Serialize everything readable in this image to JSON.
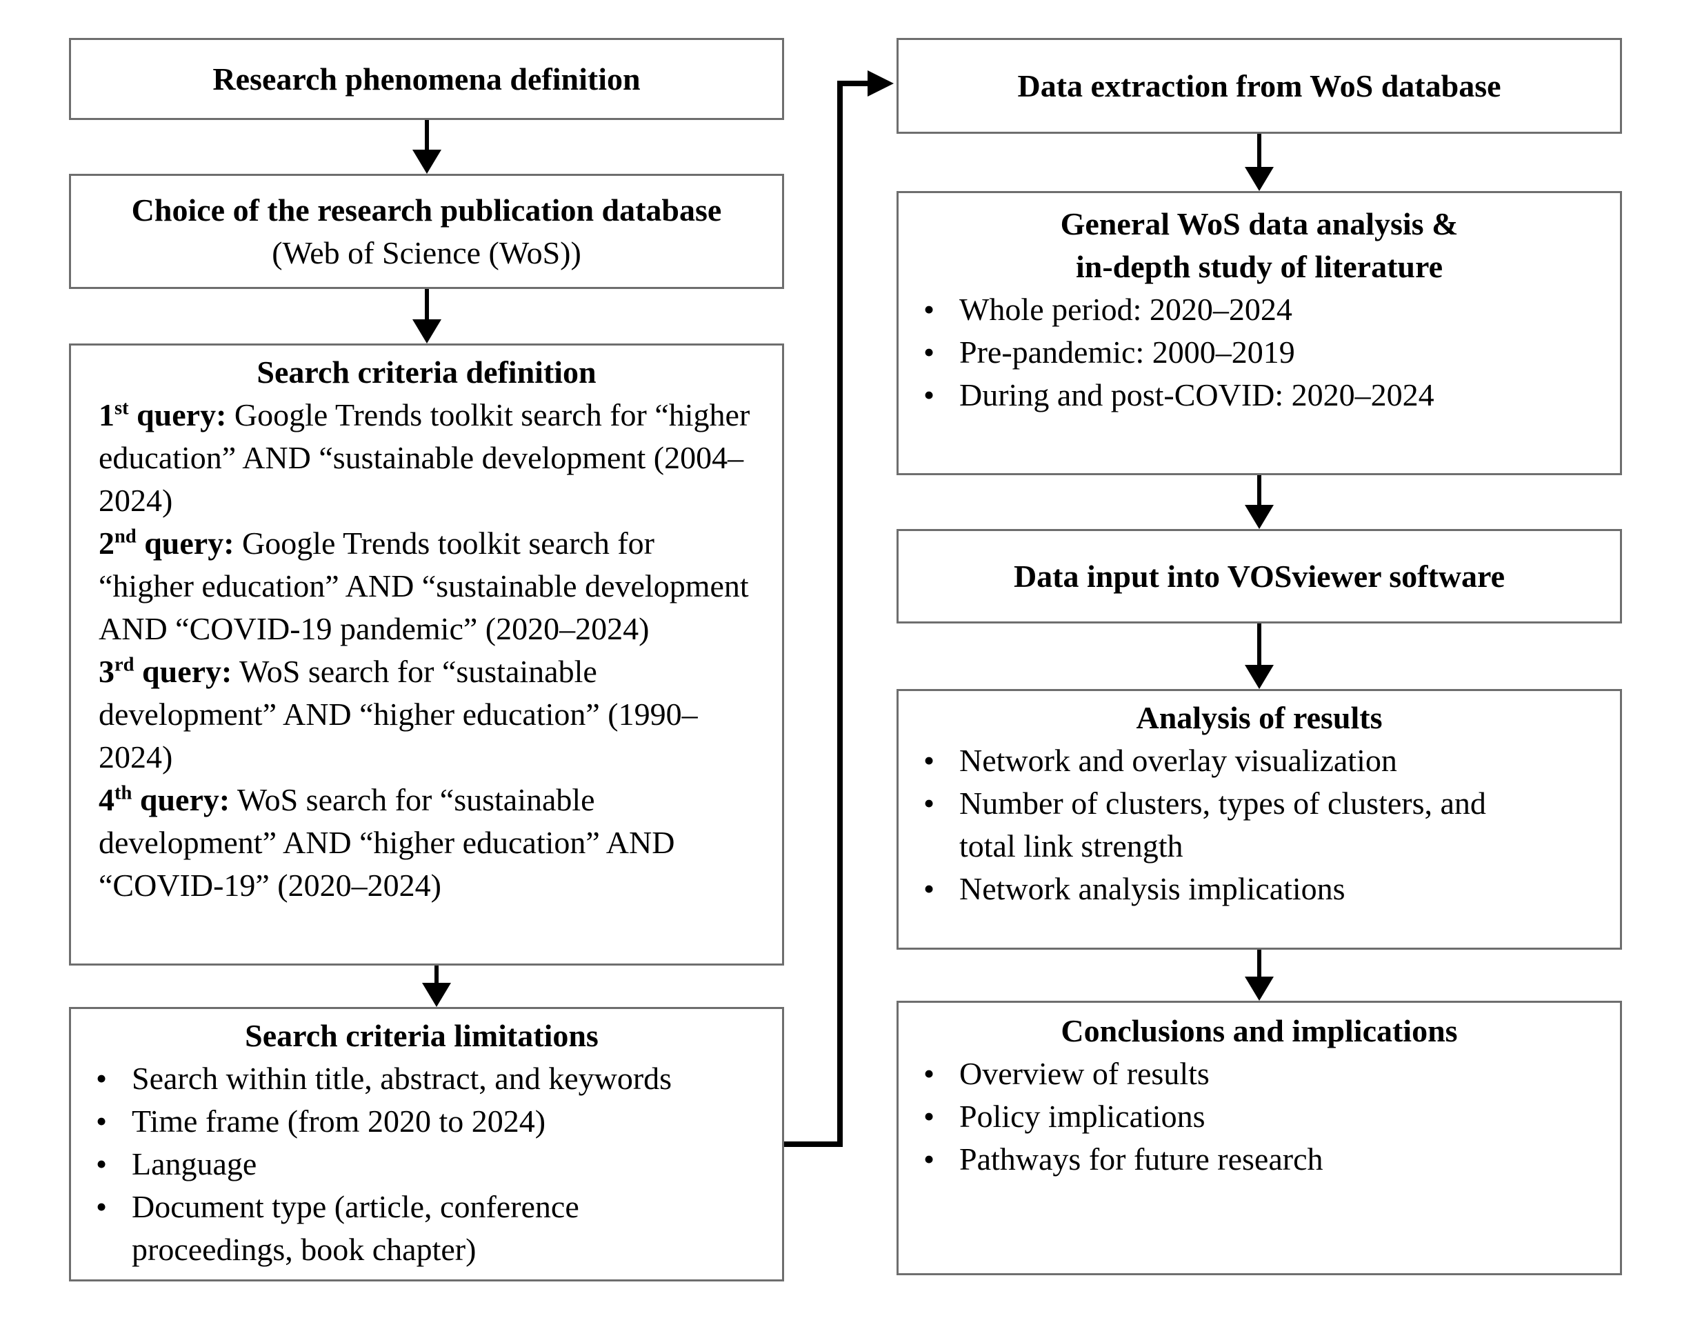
{
  "chars": {
    "bullet": "•"
  },
  "colors": {
    "background": "#ffffff",
    "box_border": "#6e6e6e",
    "arrow": "#000000",
    "text": "#000000"
  },
  "flowchart": {
    "left": {
      "box1": {
        "title": "Research phenomena definition"
      },
      "box2": {
        "title": "Choice of the research publication database",
        "subtitle": "(Web of Science (WoS))"
      },
      "box3": {
        "title": "Search criteria definition",
        "queries": [
          {
            "ordinal": "1",
            "suffix": "st",
            "label": " query:",
            "text": " Google Trends toolkit search for “higher education” AND “sustainable development (2004–2024)"
          },
          {
            "ordinal": "2",
            "suffix": "nd",
            "label": " query:",
            "text": " Google Trends toolkit search for “higher education” AND “sustainable development AND “COVID-19 pandemic” (2020–2024)"
          },
          {
            "ordinal": "3",
            "suffix": "rd",
            "label": " query:",
            "text": " WoS search for “sustainable development” AND “higher education” (1990–2024)"
          },
          {
            "ordinal": "4",
            "suffix": "th",
            "label": " query:",
            "text": " WoS search for “sustainable development” AND “higher education” AND “COVID-19” (2020–2024)"
          }
        ]
      },
      "box4": {
        "title": "Search criteria limitations",
        "bullets": [
          "Search within title, abstract, and keywords",
          "Time frame (from 2020 to 2024)",
          "Language",
          "Document type (article, conference proceedings, book chapter)"
        ]
      }
    },
    "right": {
      "box1": {
        "title": "Data extraction from WoS database"
      },
      "box2": {
        "title_line1": "General WoS data analysis &",
        "title_line2": "in-depth study of literature",
        "bullets": [
          "Whole period: 2020–2024",
          "Pre-pandemic: 2000–2019",
          "During and post-COVID: 2020–2024"
        ]
      },
      "box3": {
        "title": "Data input into VOSviewer software"
      },
      "box4": {
        "title": "Analysis of results",
        "bullets": [
          "Network and overlay visualization",
          "Number of clusters, types of clusters, and total link strength",
          "Network analysis implications"
        ]
      },
      "box5": {
        "title": "Conclusions and implications",
        "bullets": [
          "Overview of results",
          "Policy implications",
          "Pathways for future research"
        ]
      }
    }
  }
}
